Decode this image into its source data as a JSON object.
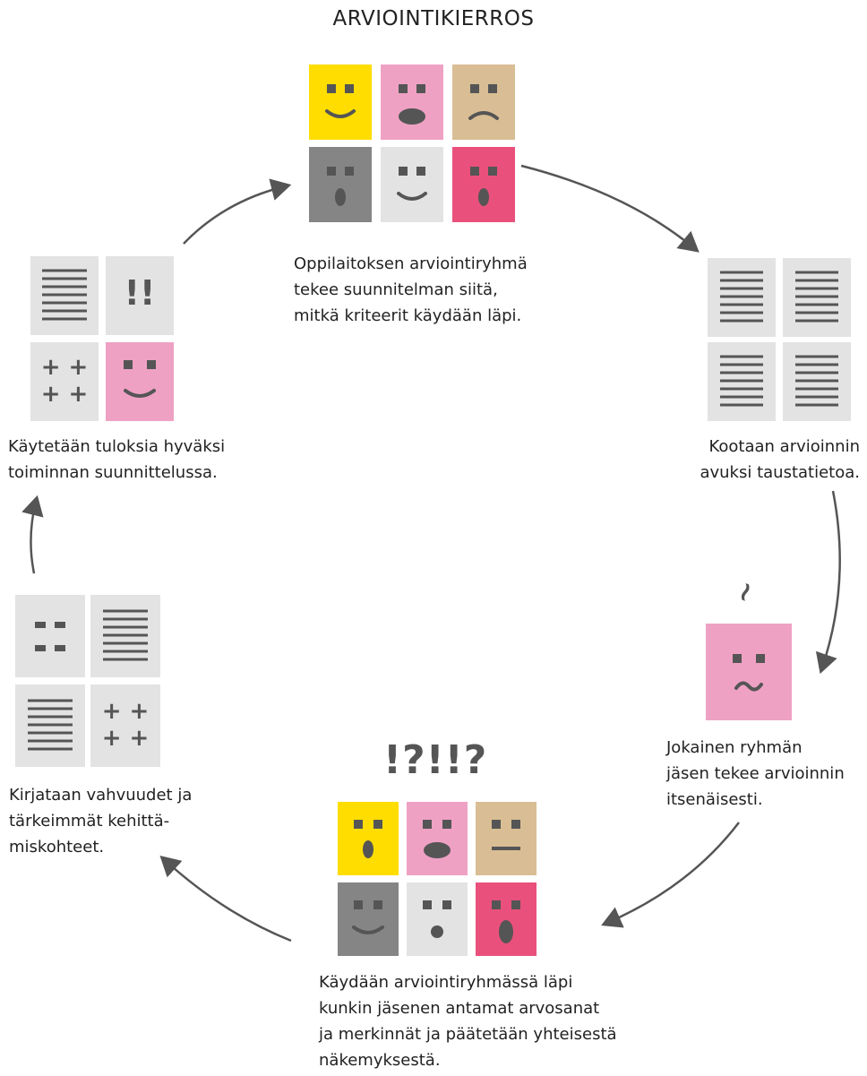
{
  "title": "ARVIOINTIKIERROS",
  "colors": {
    "yellow": "#ffdd00",
    "pink": "#efa1c4",
    "tan": "#d9bd94",
    "gray": "#858585",
    "light": "#e3e3e3",
    "red": "#e9517c",
    "ink": "#555555"
  },
  "steps": [
    {
      "lines": [
        "Oppilaitoksen arviointiryhmä",
        "tekee suunnitelman siitä,",
        "mitkä kriteerit käydään läpi."
      ]
    },
    {
      "lines": [
        "Kootaan arvioinnin",
        "avuksi taustatietoa."
      ]
    },
    {
      "lines": [
        "Jokainen ryhmän",
        "jäsen tekee arvioinnin",
        "itsenäisesti."
      ]
    },
    {
      "lines": [
        "Käydään arviointiryhmässä läpi",
        "kunkin jäsenen antamat arvosanat",
        "ja merkinnät ja päätetään yhteisestä",
        "näkemyksestä."
      ]
    },
    {
      "lines": [
        "Kirjataan vahvuudet ja",
        "tärkeimmät kehittä-",
        "miskohteet."
      ]
    },
    {
      "lines": [
        "Käytetään tuloksia hyväksi",
        "toiminnan suunnittelussa."
      ]
    }
  ],
  "marks": {
    "tilde": "~",
    "discussion": "!?!!?",
    "emphasis": "!!",
    "plus_row": "+ +"
  }
}
